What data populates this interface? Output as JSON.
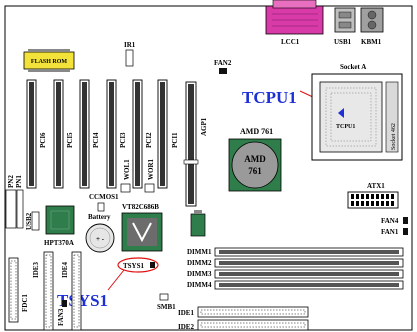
{
  "board": {
    "colors": {
      "callout": "#1d2fd6",
      "pointer": "#e01010",
      "lpt": "#d83aa8",
      "flash": "#f2e23a",
      "chip": "#2e7d4a"
    },
    "connectors": {
      "lpt": "LCC1",
      "usb": "USB1",
      "kbm": "KBM1"
    },
    "bios": "FLASH ROM",
    "ir": "IR1",
    "fan2": "FAN2",
    "cpu_callout": "TCPU1",
    "socket": {
      "title": "Socket A",
      "sensor": "TCPU1",
      "mark": "Socket 462"
    },
    "pci_slots": [
      "PCI6",
      "PCI5",
      "PCI4",
      "PCI3",
      "PCI2",
      "PCI1"
    ],
    "agp": "AGP1",
    "wol": "WOL1",
    "wor": "WOR1",
    "chipset": {
      "heading": "AMD 761",
      "line1": "AMD",
      "line2": "761"
    },
    "southbridge": "VT82C686B",
    "atx": "ATX1",
    "fans_right": [
      "FAN4",
      "FAN1"
    ],
    "pn": [
      "PN2",
      "PN1"
    ],
    "usb2": "USB2",
    "ccmos": "CCMOS1",
    "battery": {
      "label": "Battery",
      "text": "+ -"
    },
    "hpt": "HPT370A",
    "dimms": [
      "DIMM1",
      "DIMM2",
      "DIMM3",
      "DIMM4"
    ],
    "tsys_label": "TSYS1",
    "tsys_callout": "TSYS1",
    "smb": "SMB1",
    "ide_right": [
      "IDE1",
      "IDE2"
    ],
    "fdc": "FDC1",
    "ide_left": [
      "IDE3",
      "IDE4"
    ],
    "fan3": "FAN3"
  }
}
